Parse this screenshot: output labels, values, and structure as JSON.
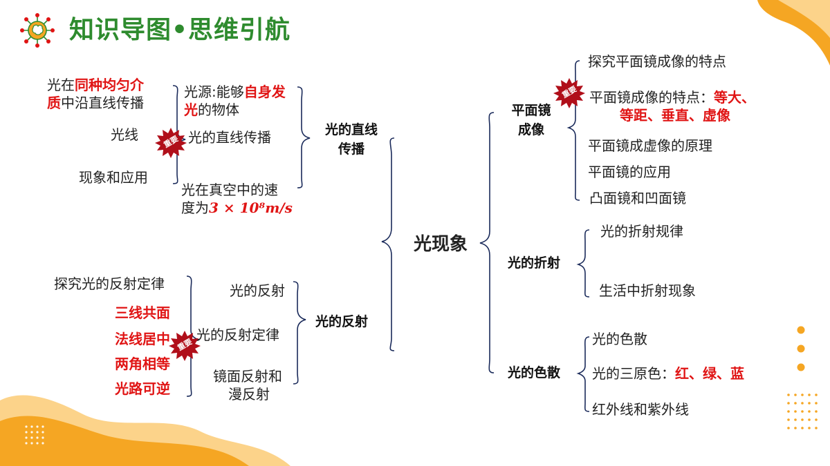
{
  "header": {
    "title": "知识导图•思维引航"
  },
  "badge_label": "重要",
  "center": "光现象",
  "left_top": {
    "hub": [
      "光的直线",
      "传播"
    ],
    "items": {
      "light_source_prefix": "光源:能够",
      "light_source_red": "自身发",
      "light_source_red2": "光",
      "light_source_suffix": "的物体",
      "straight_line": "光的直线传播",
      "speed_line1": "光在真空中的速",
      "speed_prefix": "度为",
      "speed_value": "3 × 10⁸m/s"
    },
    "sub": {
      "medium_prefix": "光在",
      "medium_red": "同种均匀介",
      "medium_red2": "质",
      "medium_suffix": "中沿直线传播",
      "ray": "光线",
      "phenomena": "现象和应用"
    }
  },
  "left_bottom": {
    "hub": "光的反射",
    "items": [
      "光的反射",
      "光的反射定律",
      "镜面反射和",
      "漫反射"
    ],
    "sub": {
      "explore": "探究光的反射定律",
      "red_items": [
        "三线共面",
        "法线居中",
        "两角相等",
        "光路可逆"
      ]
    }
  },
  "right": {
    "mirror": {
      "hub": [
        "平面镜",
        "成像"
      ],
      "explore": "探究平面镜成像的特点",
      "features_prefix": "平面镜成像的特点：",
      "features_red1": "等大、",
      "features_red2": "等距、垂直、虚像",
      "principle": "平面镜成虚像的原理",
      "application": "平面镜的应用",
      "curved": "凸面镜和凹面镜"
    },
    "refraction": {
      "hub": "光的折射",
      "law": "光的折射规律",
      "life": "生活中折射现象"
    },
    "dispersion": {
      "hub": "光的色散",
      "dispersion": "光的色散",
      "primary_prefix": "光的三原色：",
      "primary_red": "红、绿、蓝",
      "infrared": "红外线和紫外线"
    }
  },
  "colors": {
    "title_green": "#2e8b2e",
    "accent_orange": "#f5a623",
    "red": "#e01414",
    "bracket_navy": "#1a2a5a"
  }
}
